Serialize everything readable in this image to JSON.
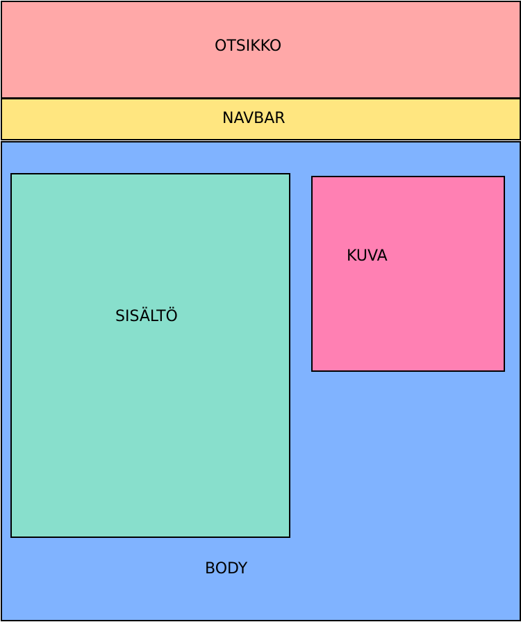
{
  "colors": {
    "header": "#FFA8A8",
    "navbar": "#FFE680",
    "body": "#80B3FF",
    "content": "#88DFCC",
    "image": "#FF80B3",
    "border": "#000000"
  },
  "header": {
    "label": "OTSIKKO"
  },
  "navbar": {
    "label": "NAVBAR"
  },
  "body": {
    "label": "BODY"
  },
  "content": {
    "label": "SISÄLTÖ"
  },
  "image": {
    "label": "KUVA"
  }
}
